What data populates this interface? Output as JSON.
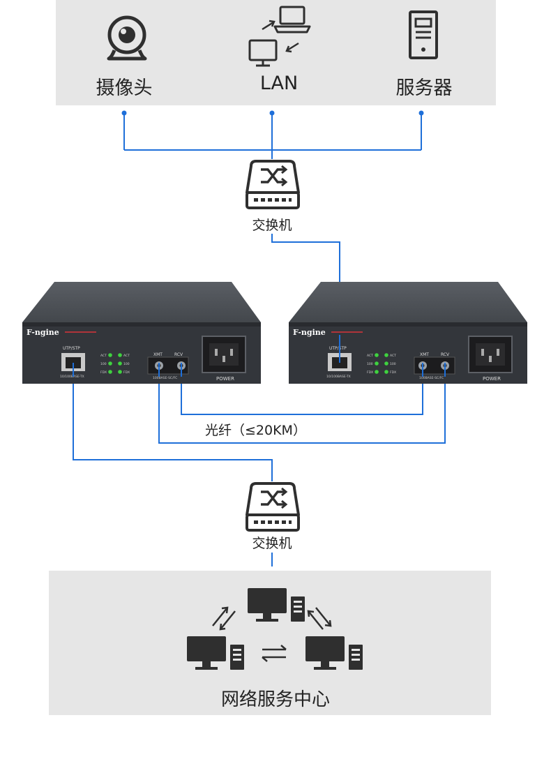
{
  "top_panel": {
    "camera_label": "摄像头",
    "lan_label": "LAN",
    "server_label": "服务器"
  },
  "switch_top": {
    "label": "交换机"
  },
  "converters": [
    {
      "brand": "F-ngine",
      "port_label": "UTP/STP",
      "port_sub": "10/100BASE-TX",
      "xmt_label": "XMT",
      "rcv_label": "RCV",
      "fiber_sub": "100BASE-SC/FC",
      "power_label": "POWER",
      "led_labels": [
        "ACT",
        "100",
        "FDX"
      ]
    },
    {
      "brand": "F-ngine",
      "port_label": "UTP/STP",
      "port_sub": "10/100BASE-TX",
      "xmt_label": "XMT",
      "rcv_label": "RCV",
      "fiber_sub": "100BASE-SC/FC",
      "power_label": "POWER",
      "led_labels": [
        "ACT",
        "100",
        "FDX"
      ]
    }
  ],
  "fiber": {
    "label": "光纤（≤20KM）"
  },
  "switch_bottom": {
    "label": "交换机"
  },
  "bottom_panel": {
    "label": "网络服务中心"
  },
  "colors": {
    "link_blue": "#1e6fd9",
    "panel_gray": "#e6e6e6",
    "icon_dark": "#2f2f2f",
    "device_body": "#3a3d42",
    "led_green": "#3fd33f"
  }
}
